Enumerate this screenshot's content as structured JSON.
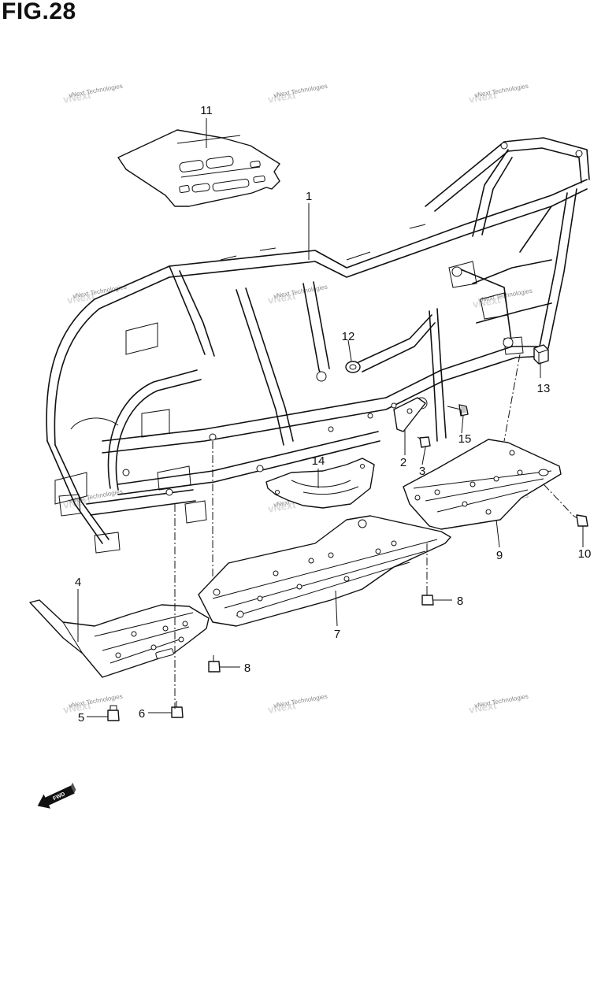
{
  "figure": {
    "title": "FIG.28"
  },
  "watermark": {
    "text": "vNext Technologies"
  },
  "fwd_arrow": {
    "label": "FWD"
  },
  "callouts": [
    {
      "id": "1",
      "label": "1"
    },
    {
      "id": "2",
      "label": "2"
    },
    {
      "id": "3",
      "label": "3"
    },
    {
      "id": "4",
      "label": "4"
    },
    {
      "id": "5",
      "label": "5"
    },
    {
      "id": "6",
      "label": "6"
    },
    {
      "id": "7",
      "label": "7"
    },
    {
      "id": "8a",
      "label": "8"
    },
    {
      "id": "8b",
      "label": "8"
    },
    {
      "id": "9",
      "label": "9"
    },
    {
      "id": "10",
      "label": "10"
    },
    {
      "id": "11",
      "label": "11"
    },
    {
      "id": "12",
      "label": "12"
    },
    {
      "id": "13",
      "label": "13"
    },
    {
      "id": "14",
      "label": "14"
    },
    {
      "id": "15",
      "label": "15"
    }
  ]
}
